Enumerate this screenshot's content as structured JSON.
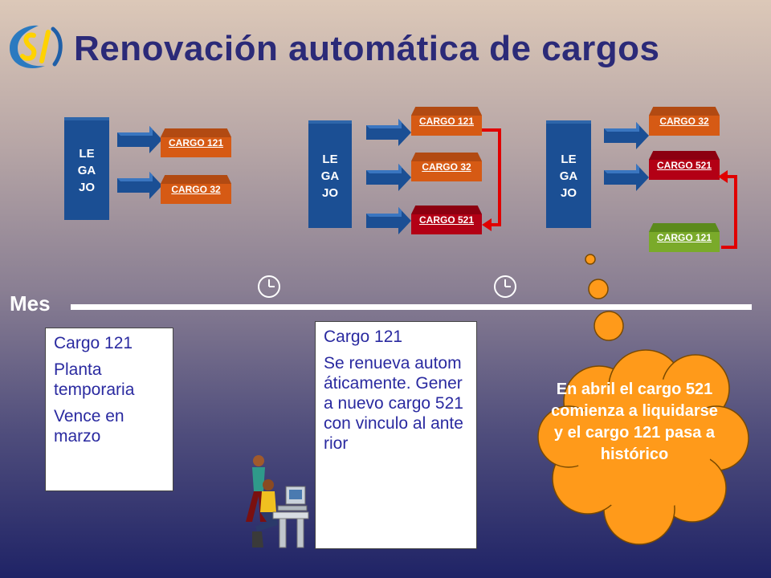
{
  "header": {
    "title": "Renovación automática de cargos",
    "logo_text": "SI"
  },
  "legajo_label": "LE\nGA\nJO",
  "diagrams": [
    {
      "cargos": [
        "CARGO 121",
        "CARGO 32"
      ]
    },
    {
      "cargos": [
        "CARGO 121",
        "CARGO 32",
        "CARGO 521"
      ]
    },
    {
      "cargos": [
        "CARGO 32",
        "CARGO 521",
        "CARGO 121"
      ]
    }
  ],
  "timeline": {
    "label": "Mes"
  },
  "notes": {
    "left": {
      "lines": [
        "Cargo 121",
        "Planta temporaria",
        "Vence en marzo"
      ]
    },
    "middle": {
      "lines": [
        "Cargo 121",
        "Se renueva automáticamente. Genera nuevo cargo 521 con vinculo al anterior"
      ]
    }
  },
  "cloud": {
    "text": "En abril el cargo 521 comienza a liquidarse y el cargo 121 pasa a histórico"
  },
  "colors": {
    "title": "#2b2a78",
    "legajo": "#1b4f94",
    "cargo_orange": "#d65a14",
    "cargo_red": "#b30015",
    "cargo_green": "#7aaa2a",
    "cloud": "#ff9a1a",
    "link_arrow": "#e00000"
  }
}
